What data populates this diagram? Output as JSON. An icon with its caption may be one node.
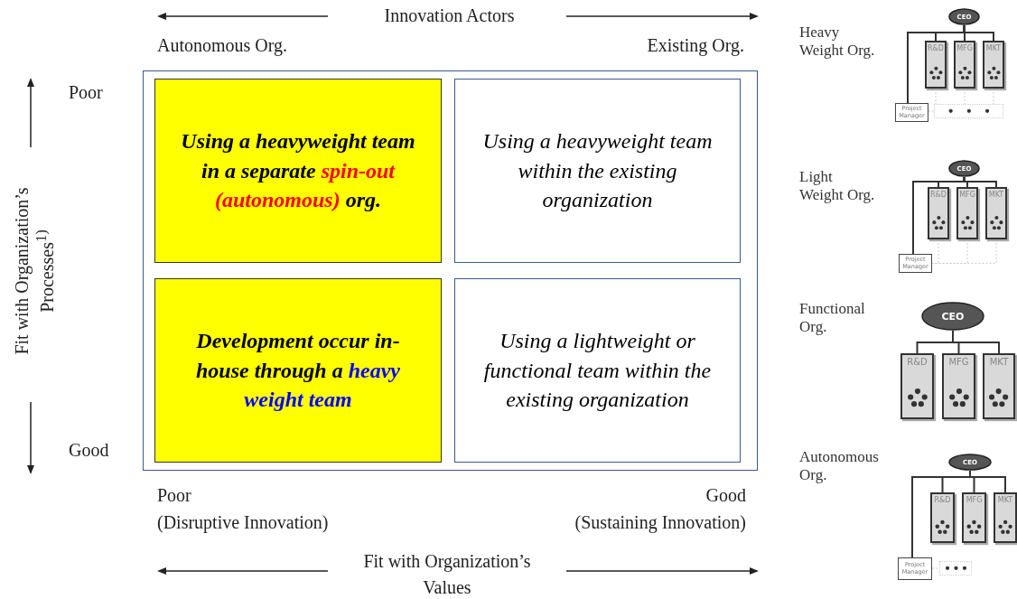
{
  "diagram": {
    "nodes": [
      {
        "text": [],
        "shape": "box"
      },
      {
        "text": [
          "Using a heavyweight team in a separate **spin-out (autonomous)** org."
        ],
        "in": 0
      },
      {
        "text": [
          "Using a heavyweight team within the existing organization"
        ],
        "in": 0
      },
      {
        "text": [
          "Development occur in-house through a **heavy weight team**"
        ],
        "in": 0
      },
      {
        "text": [
          "Using a lightweight or functional team within the existing organization"
        ],
        "in": 0
      },
      {
        "text": [
          "CEO"
        ]
      },
      {
        "text": [
          "R&D"
        ]
      },
      {
        "text": [
          "MFG"
        ]
      },
      {
        "text": [
          "MKT"
        ]
      },
      {
        "text": [
          "Project Manager"
        ]
      },
      {
        "text": [],
        "shape": "box"
      },
      {
        "text": [
          "CEO"
        ]
      },
      {
        "text": [
          "R&D"
        ]
      },
      {
        "text": [
          "MFG"
        ]
      },
      {
        "text": [
          "MKT"
        ]
      },
      {
        "text": [
          "Project Manager"
        ]
      },
      {
        "text": [
          "CEO"
        ]
      },
      {
        "text": [
          "R&D"
        ]
      },
      {
        "text": [
          "MFG"
        ]
      },
      {
        "text": [
          "MKT"
        ]
      },
      {
        "text": [
          "CEO"
        ]
      },
      {
        "text": [
          "R&D"
        ]
      },
      {
        "text": [
          "MFG"
        ]
      },
      {
        "text": [
          "MKT"
        ]
      },
      {
        "text": [
          "Project Manager"
        ]
      },
      {
        "text": [],
        "shape": "box"
      }
    ],
    "edges": [
      {
        "from": 5,
        "to": 6,
        "arrow": "none"
      },
      {
        "from": 5,
        "to": 7,
        "arrow": "none"
      },
      {
        "from": 5,
        "to": 8,
        "arrow": "none"
      },
      {
        "from": 5,
        "to": 9,
        "arrow": "none"
      },
      {
        "from": 6,
        "to": 10,
        "arrow": "none",
        "style": "dashed",
        "color": "#cccccc"
      },
      {
        "from": 7,
        "to": 10,
        "arrow": "none",
        "style": "dashed",
        "color": "#cccccc"
      },
      {
        "from": 8,
        "to": 10,
        "arrow": "none",
        "style": "dashed",
        "color": "#cccccc"
      },
      {
        "from": 9,
        "to": 10,
        "arrow": "none",
        "style": "dashed",
        "color": "#cccccc"
      },
      {
        "from": 11,
        "to": 12,
        "arrow": "none"
      },
      {
        "from": 11,
        "to": 13,
        "arrow": "none"
      },
      {
        "from": 11,
        "to": 14,
        "arrow": "none"
      },
      {
        "from": 11,
        "to": 15,
        "arrow": "none"
      },
      {
        "from": 12,
        "to": 15,
        "arrow": "none",
        "style": "dashed",
        "color": "#cccccc"
      },
      {
        "from": 13,
        "to": 15,
        "arrow": "none",
        "style": "dashed",
        "color": "#cccccc"
      },
      {
        "from": 14,
        "to": 15,
        "arrow": "none",
        "style": "dashed",
        "color": "#cccccc"
      },
      {
        "from": 16,
        "to": 17,
        "arrow": "none"
      },
      {
        "from": 16,
        "to": 18,
        "arrow": "none"
      },
      {
        "from": 16,
        "to": 19,
        "arrow": "none"
      },
      {
        "from": 20,
        "to": 21,
        "arrow": "none"
      },
      {
        "from": 20,
        "to": 22,
        "arrow": "none"
      },
      {
        "from": 20,
        "to": 23,
        "arrow": "none"
      },
      {
        "from": 20,
        "to": 24,
        "arrow": "none"
      },
      {
        "from": 24,
        "to": 25,
        "arrow": "none",
        "style": "dashed",
        "color": "#cccccc"
      }
    ],
    "labels": [
      "Innovation Actors",
      "Autonomous Org.",
      "Existing Org.",
      "Poor",
      "Fit with Organization’s Processes$^{1)}$",
      "Good",
      "Poor",
      "(Disruptive Innovation)",
      "Good",
      "(Sustaining Innovation)",
      "Fit with Organization’s Values",
      "Heavy Weight Org.",
      "Light Weight Org.",
      "Functional Org.",
      "Autonomous Org."
    ]
  }
}
